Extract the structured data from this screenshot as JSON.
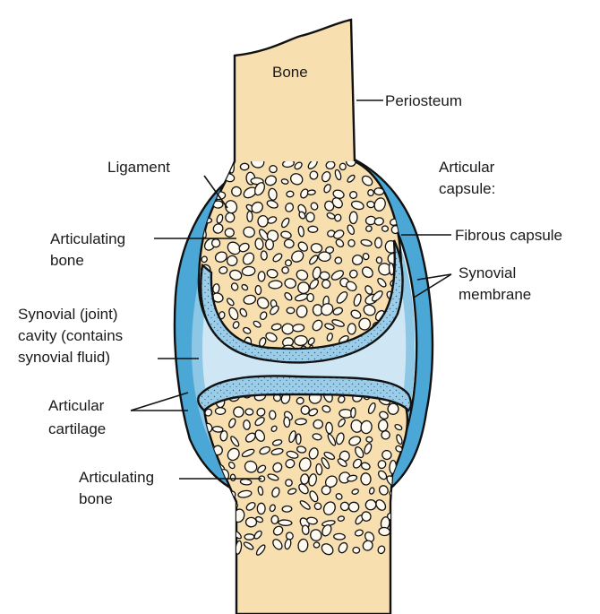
{
  "colors": {
    "bone": "#f7dfb0",
    "sponge_hole": "#fffaf0",
    "capsule": "#4ba7d6",
    "membrane": "#8cc7e6",
    "fluid": "#cfe6f4",
    "cartilage": "#9ccde8",
    "outline": "#111111"
  },
  "labels": {
    "bone": "Bone",
    "periosteum": "Periosteum",
    "ligament": "Ligament",
    "articular_capsule_1": "Articular",
    "articular_capsule_2": "capsule:",
    "fibrous_capsule": "Fibrous capsule",
    "synovial_membrane_1": "Synovial",
    "synovial_membrane_2": "membrane",
    "articulating_bone_top_1": "Articulating",
    "articulating_bone_top_2": "bone",
    "synovial_cavity_1": "Synovial (joint)",
    "synovial_cavity_2": "cavity (contains",
    "synovial_cavity_3": "synovial fluid)",
    "articular_cartilage_1": "Articular",
    "articular_cartilage_2": "cartilage",
    "articulating_bone_bottom_1": "Articulating",
    "articulating_bone_bottom_2": "bone"
  }
}
